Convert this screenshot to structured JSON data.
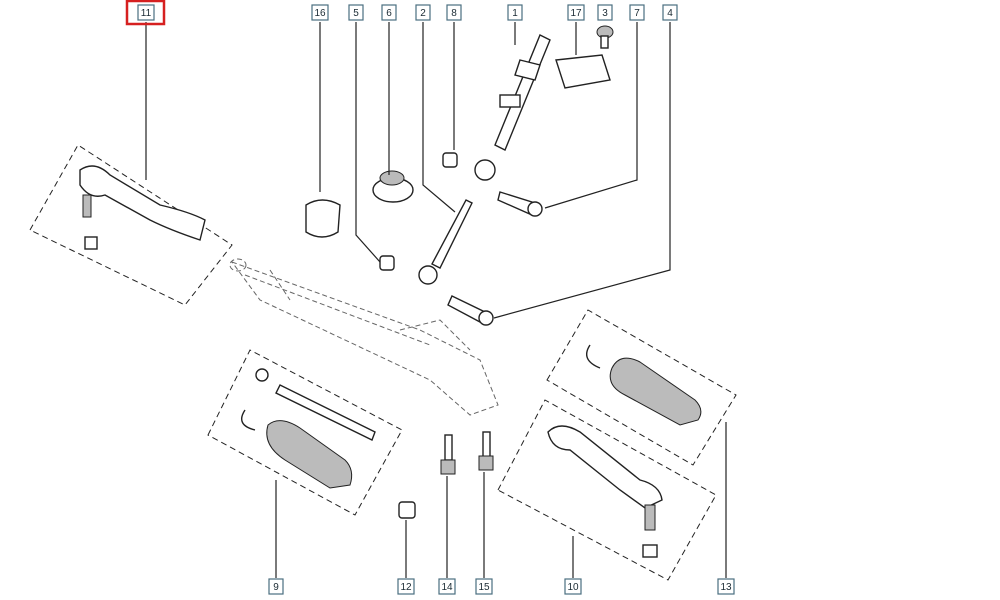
{
  "diagram": {
    "highlight_color": "#d62020",
    "selected_part": "11",
    "top_labels": [
      "11",
      "16",
      "5",
      "6",
      "2",
      "8",
      "1",
      "17",
      "3",
      "7",
      "4"
    ],
    "bottom_labels": [
      "9",
      "12",
      "14",
      "15",
      "10",
      "13"
    ]
  }
}
